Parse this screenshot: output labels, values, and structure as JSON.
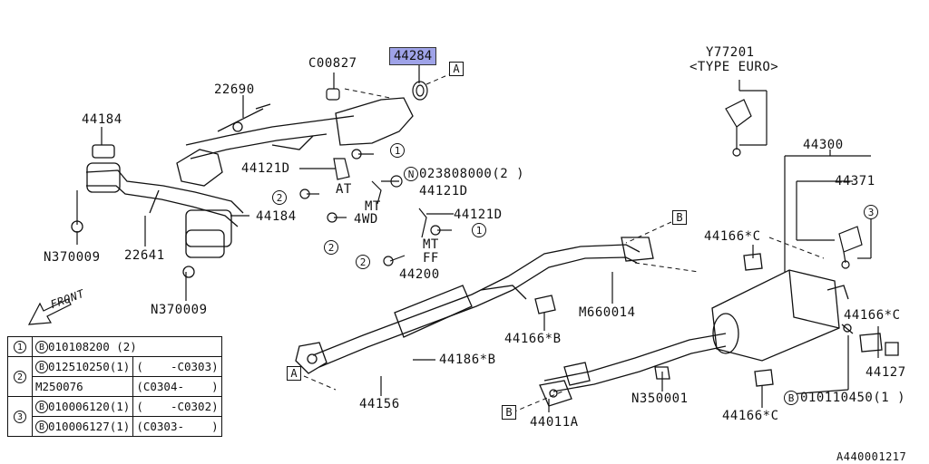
{
  "parts": {
    "p44284": "44284",
    "c00827": "C00827",
    "y77201": "Y77201",
    "type_euro": "<TYPE EURO>",
    "p22690": "22690",
    "p44184a": "44184",
    "p44121d_a": "44121D",
    "p44121d_b": "44121D",
    "p44121d_c": "44121D",
    "n023808000": "023808000(2 )",
    "at": "AT",
    "mt4wd_mt": "MT",
    "mt4wd_4wd": "4WD",
    "mtff_mt": "MT",
    "mtff_ff": "FF",
    "p44184b": "44184",
    "p22641": "22641",
    "n370009a": "N370009",
    "n370009b": "N370009",
    "p44200": "44200",
    "p44300": "44300",
    "p44371": "44371",
    "p44166c_a": "44166*C",
    "p44166c_b": "44166*C",
    "p44166c_c": "44166*C",
    "p44166b": "44166*B",
    "m660014": "M660014",
    "p44186b": "44186*B",
    "p44156": "44156",
    "n350001": "N350001",
    "p44011a": "44011A",
    "p44127": "44127",
    "b010110450": "010110450(1 )",
    "front": "FRONT",
    "diagram_code": "A440001217"
  },
  "markers": {
    "a": "A",
    "b": "B",
    "one": "1",
    "two": "2",
    "three": "3",
    "n": "N",
    "b_letter": "B"
  },
  "legend": {
    "rows": [
      {
        "num": "1",
        "part": "010108200 (2)",
        "range": ""
      },
      {
        "num": "2",
        "part": "012510250(1)",
        "range": "(    -C0303)"
      },
      {
        "num": "",
        "part": "M250076",
        "range": "(C0304-    )"
      },
      {
        "num": "3",
        "part": "010006120(1)",
        "range": "(    -C0302)"
      },
      {
        "num": "",
        "part": "010006127(1)",
        "range": "(C0303-    )"
      }
    ]
  },
  "colors": {
    "highlight": "#9fa3e8",
    "ink": "#111111"
  }
}
